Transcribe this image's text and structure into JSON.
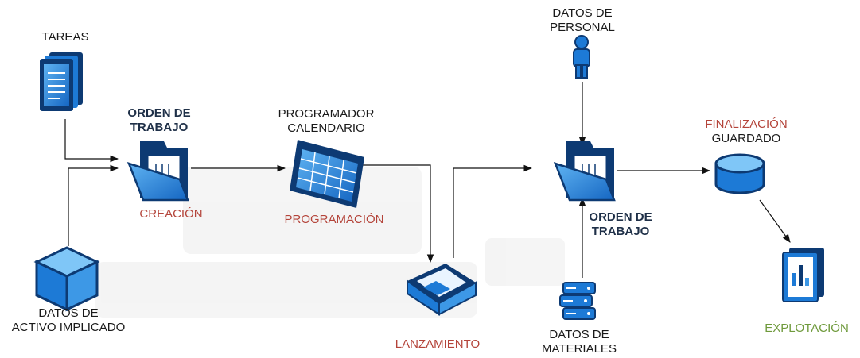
{
  "labels": {
    "tareas": "TAREAS",
    "orden_trabajo_1": [
      "ORDEN DE",
      "TRABAJO"
    ],
    "creacion": "CREACIÓN",
    "datos_activo": [
      "DATOS DE",
      "ACTIVO IMPLICADO"
    ],
    "programador": [
      "PROGRAMADOR",
      "CALENDARIO"
    ],
    "programacion": "PROGRAMACIÓN",
    "lanzamiento": "LANZAMIENTO",
    "datos_personal": [
      "DATOS DE",
      "PERSONAL"
    ],
    "orden_trabajo_2": [
      "ORDEN DE",
      "TRABAJO"
    ],
    "datos_materiales": [
      "DATOS DE",
      "MATERIALES"
    ],
    "finalizacion": "FINALIZACIÓN",
    "guardado": "GUARDADO",
    "explotacion": "EXPLOTACIÓN"
  },
  "colors": {
    "icon_fill": "#1d7ad6",
    "icon_dark": "#0d3a73",
    "stage_text": "#b4443a",
    "explotacion_text": "#6f9a3c",
    "bold_text": "#1f3048"
  },
  "icons": [
    "document-stack-icon",
    "cube-icon",
    "open-folder-icon",
    "calendar-grid-icon",
    "inbox-tray-icon",
    "person-icon",
    "server-stack-icon",
    "database-icon",
    "report-icon"
  ]
}
